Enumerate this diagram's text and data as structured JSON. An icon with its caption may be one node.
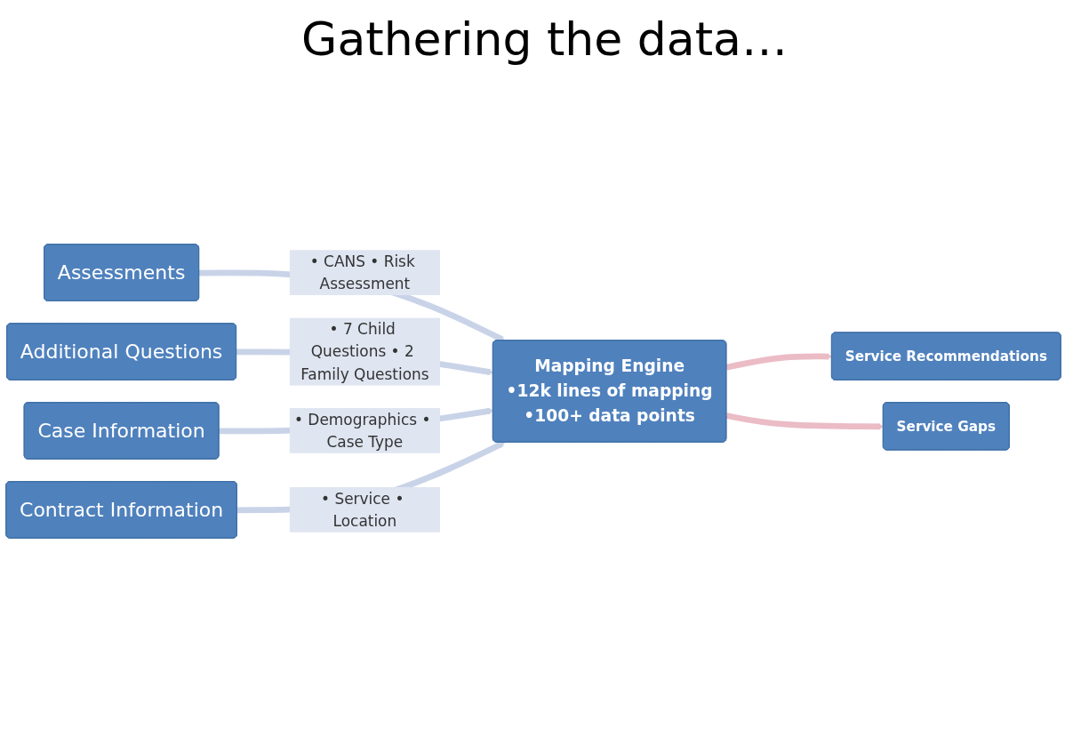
{
  "diagram": {
    "title": "Gathering the data…",
    "nodes": [
      {
        "text": [
          "Assessments"
        ]
      },
      {
        "text": [
          "Additional Questions"
        ]
      },
      {
        "text": [
          "Case Information"
        ]
      },
      {
        "text": [
          "Contract Information"
        ]
      },
      {
        "text": [
          "Mapping Engine",
          "•12k lines of mapping",
          "•100+ data points"
        ]
      },
      {
        "text": [
          "Service Recommendations"
        ]
      },
      {
        "text": [
          "Service Gaps"
        ]
      }
    ],
    "edges": [
      {
        "from": 0,
        "to": 4,
        "arrow": "to",
        "label": "• CANS • Risk Assessment"
      },
      {
        "from": 1,
        "to": 4,
        "arrow": "to",
        "label": "• 7 Child Questions • 2 Family Questions"
      },
      {
        "from": 2,
        "to": 4,
        "arrow": "to",
        "label": "• Demographics • Case Type"
      },
      {
        "from": 3,
        "to": 4,
        "arrow": "to",
        "label": "• Service • Location"
      },
      {
        "from": 4,
        "to": 5,
        "arrow": "to",
        "color": "#ebbcc6"
      },
      {
        "from": 4,
        "to": 6,
        "arrow": "to",
        "color": "#ebbcc6"
      }
    ]
  }
}
